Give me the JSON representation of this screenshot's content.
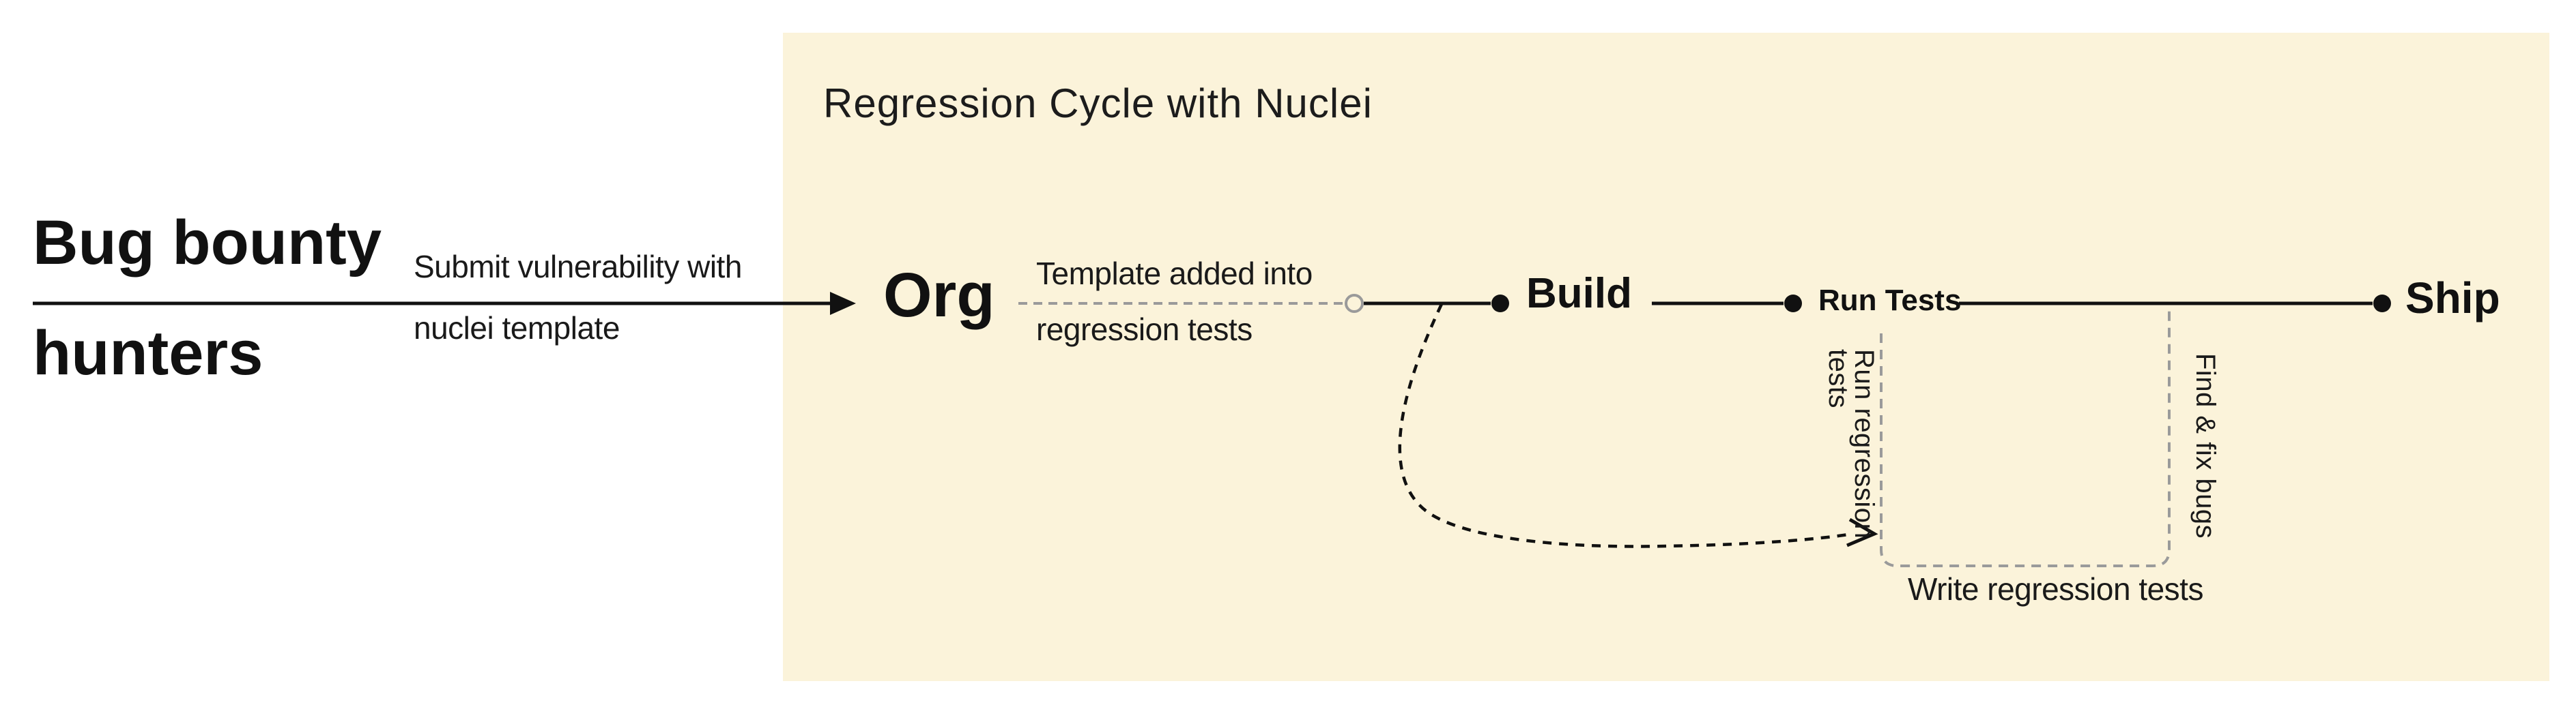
{
  "actor": {
    "line1": "Bug bounty",
    "line2": "hunters"
  },
  "submit_arrow": {
    "label_line1": "Submit vulnerability with",
    "label_line2": "nuclei template"
  },
  "panel": {
    "title": "Regression Cycle with Nuclei"
  },
  "nodes": {
    "org": "Org",
    "build": "Build",
    "run_tests": "Run Tests",
    "ship": "Ship"
  },
  "labels": {
    "template_added_line1": "Template added into",
    "template_added_line2": "regression tests",
    "run_regression_line1": "Run regression",
    "run_regression_line2": "tests",
    "find_fix": "Find & fix bugs",
    "write_regression": "Write regression tests"
  },
  "colors": {
    "background": "#ffffff",
    "panel_background": "#fbf3da",
    "ink": "#141414",
    "muted_gray": "#9a9a9a"
  }
}
